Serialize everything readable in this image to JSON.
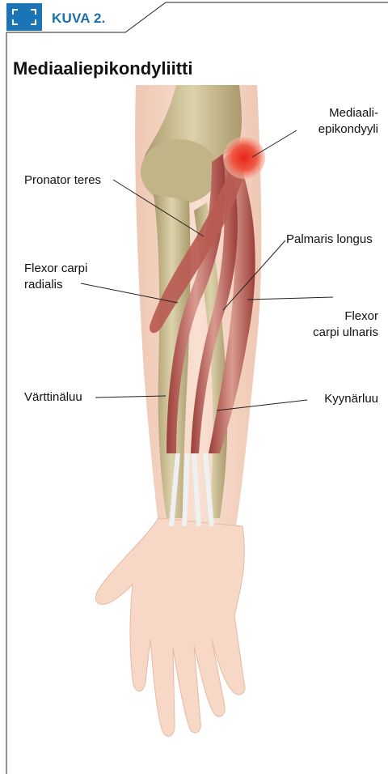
{
  "figure": {
    "label": "KUVA 2.",
    "title": "Mediaaliepikondyliitti"
  },
  "labels": {
    "mediaaliepikondyyli_line1": "Mediaali-",
    "mediaaliepikondyyli_line2": "epikondyyli",
    "pronator_teres": "Pronator teres",
    "palmaris_longus": "Palmaris longus",
    "flexor_carpi_radialis_line1": "Flexor carpi",
    "flexor_carpi_radialis_line2": "radialis",
    "flexor_carpi_ulnaris_line1": "Flexor",
    "flexor_carpi_ulnaris_line2": "carpi ulnaris",
    "varttinaluu": "Värttinäluu",
    "kyynarluu": "Kyynärluu"
  },
  "colors": {
    "accent_blue": "#1a74b6",
    "skin": "#f7d7c6",
    "bone": "#cdbf96",
    "muscle": "#b85b52",
    "inflammation": "#e53a2e"
  }
}
